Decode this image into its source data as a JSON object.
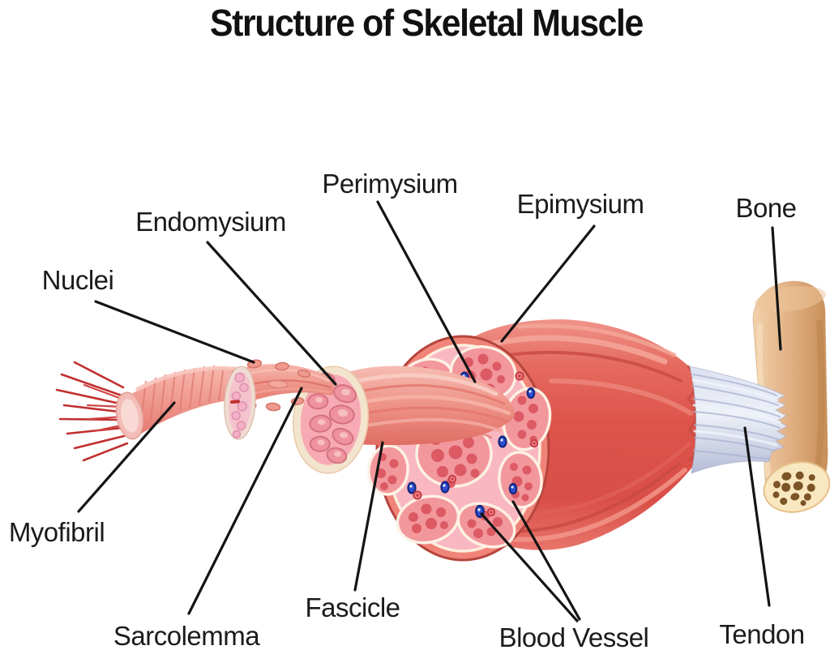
{
  "title": "Structure of Skeletal Muscle",
  "labels": {
    "nuclei": "Nuclei",
    "endomysium": "Endomysium",
    "perimysium": "Perimysium",
    "epimysium": "Epimysium",
    "bone": "Bone",
    "myofibril": "Myofibril",
    "sarcolemma": "Sarcolemma",
    "fascicle": "Fascicle",
    "blood_vessel": "Blood Vessel",
    "tendon": "Tendon"
  },
  "colors": {
    "background": "#ffffff",
    "text": "#1b1b1b",
    "leader_line": "#141414",
    "muscle_red": "#dd544b",
    "muscle_highlight": "#f4a79a",
    "cross_section_rim": "#f08478",
    "cross_section_rim_outline": "#b5453d",
    "cross_section_interior_pink": "#f9b8c1",
    "perimysium_cream": "#fdf1e4",
    "fascicle_pink": "#f2979c",
    "fiber_dot_red": "#dc5a64",
    "vessel_blue": "#2e4fd2",
    "vessel_red": "#c63c44",
    "tendon_silver": "#c3c9e0",
    "bone_tan": "#e3b387",
    "bone_marrow_cream": "#f9e7c0",
    "bone_spot_brown": "#7c5427",
    "myofibril_thread_red": "#c13030"
  }
}
